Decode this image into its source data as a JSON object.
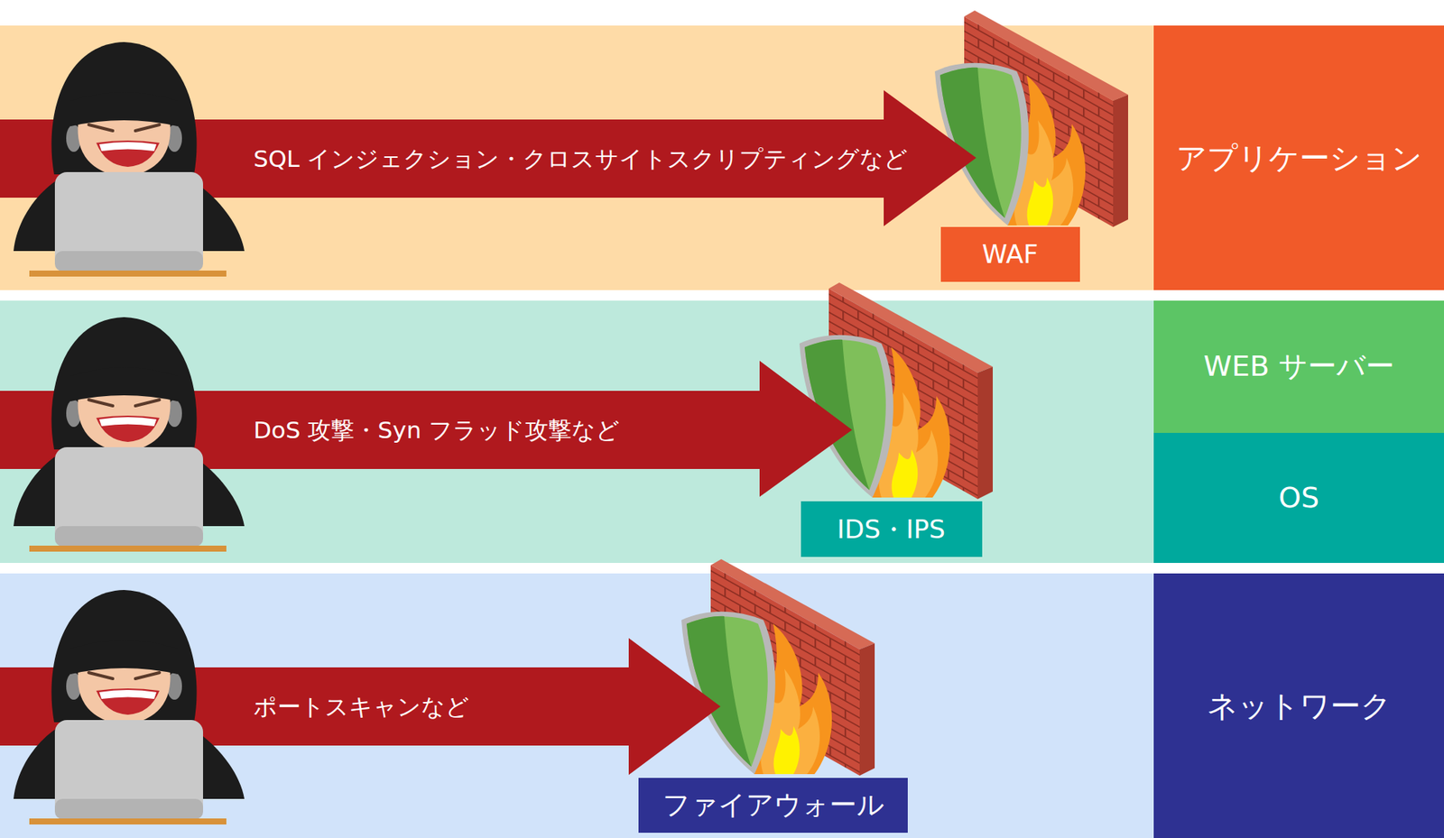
{
  "diagram": {
    "nodes": [
      {
        "text": [
          "WAF"
        ]
      },
      {
        "text": [
          "アプリケーション"
        ]
      },
      {
        "text": [
          "IDS・IPS"
        ]
      },
      {
        "text": [
          "WEB サーバー"
        ]
      },
      {
        "text": [
          "OS"
        ]
      },
      {
        "text": [
          "ファイアウォール"
        ]
      },
      {
        "text": [
          "ネットワーク"
        ]
      }
    ],
    "labels": [
      "SQL インジェクション・クロスサイトスクリプティングなど",
      "DoS 攻撃・Syn フラッド攻撃など",
      "ポートスキャンなど"
    ]
  }
}
